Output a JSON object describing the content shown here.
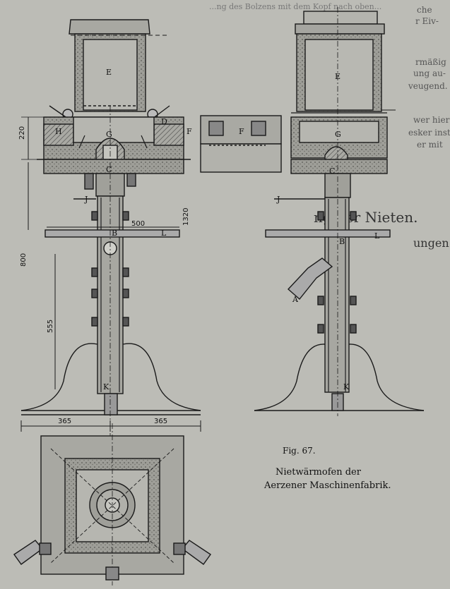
{
  "top_text": "...ng des Bolzens mit dem Kopf nach oben...",
  "right_margin": [
    "che",
    "r Eiv-",
    "rmäßig",
    "ung au-",
    "veugend.",
    "wer hier",
    "esker inst",
    "er mit"
  ],
  "heading_fragment": "ng der Nieten.",
  "right_heading": "ungen.",
  "figure": {
    "number": "Fig. 67.",
    "caption_line1": "Nietwärmofen der",
    "caption_line2": "Aerzener Maschinenfabrik.",
    "part_labels": {
      "E": "E",
      "G": "G",
      "H": "H",
      "D": "D",
      "F": "F",
      "C": "C",
      "J": "J",
      "B": "B",
      "L": "L",
      "K": "K",
      "A": "A"
    },
    "dimensions": {
      "d220": "220",
      "d500": "500",
      "d800": "800",
      "d555": "555",
      "d1320": "1320",
      "d365_left": "365",
      "d365_right": "365"
    }
  }
}
